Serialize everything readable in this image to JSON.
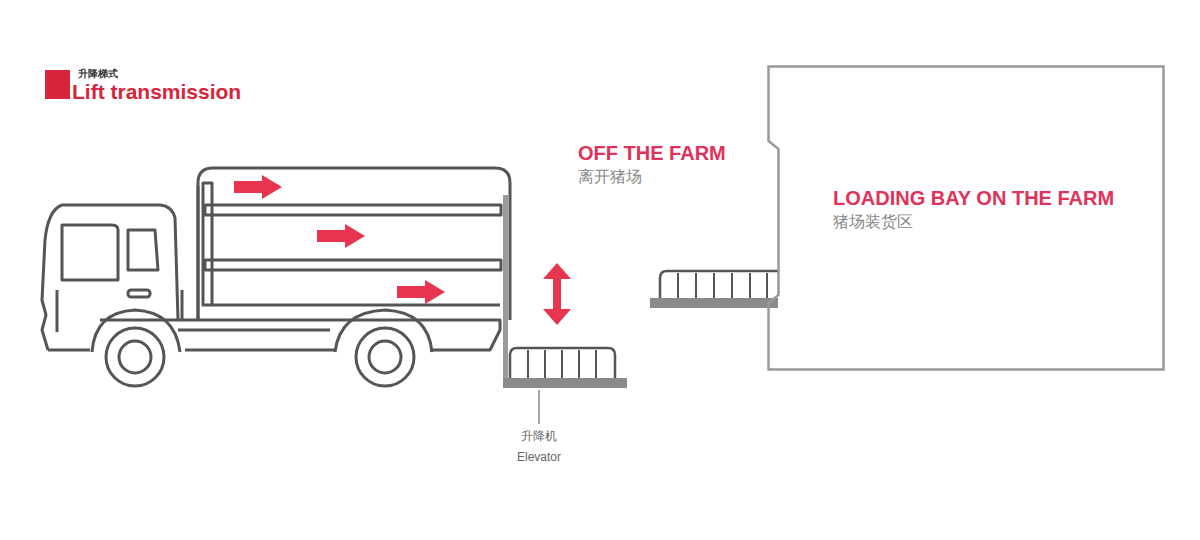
{
  "diagram": {
    "title": "Lift transmission",
    "nodes": [
      {
        "text": [
          "LOADING BAY ON THE FARM",
          "猪场装货区"
        ]
      }
    ],
    "labels": [
      "升降梯式",
      "OFF THE FARM",
      "离开猪场",
      "升降机",
      "Elevator"
    ]
  }
}
